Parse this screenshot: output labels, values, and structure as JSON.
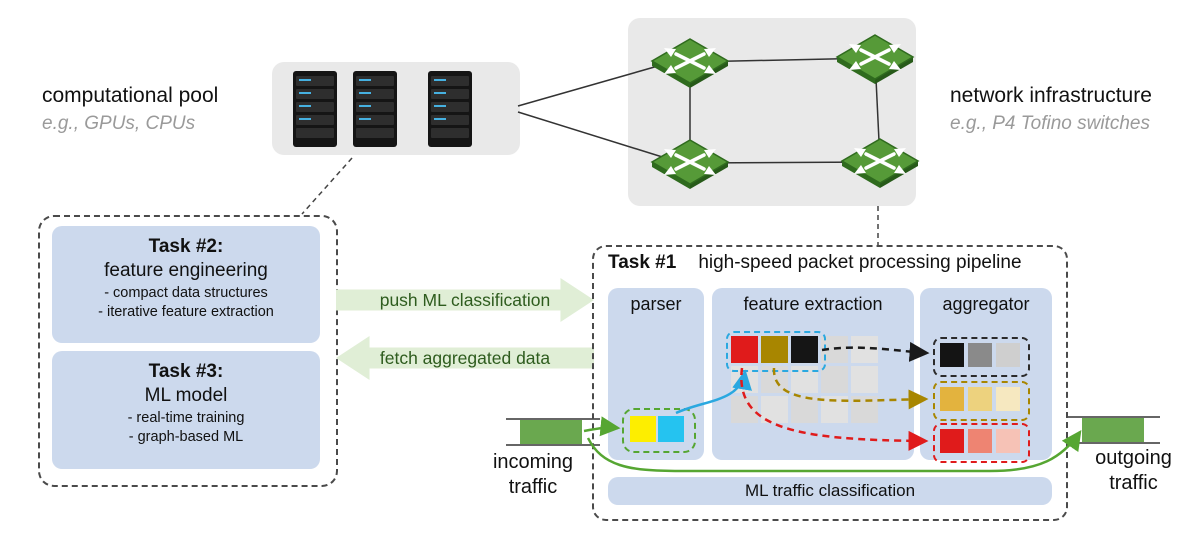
{
  "computational_pool": {
    "title": "computational pool",
    "subtitle": "e.g., GPUs, CPUs"
  },
  "network_infrastructure": {
    "title": "network infrastructure",
    "subtitle": "e.g., P4 Tofino switches"
  },
  "task2": {
    "title": "Task #2:",
    "name": "feature engineering",
    "items": [
      "- compact data structures",
      "- iterative feature extraction"
    ]
  },
  "task3": {
    "title": "Task #3:",
    "name": "ML model",
    "items": [
      "- real-time training",
      "- graph-based ML"
    ]
  },
  "flows": {
    "push": "push ML classification",
    "fetch": "fetch aggregated data"
  },
  "pipeline": {
    "task_label": "Task #1",
    "title": "high-speed packet processing pipeline",
    "stages": {
      "parser": "parser",
      "feature_extraction": "feature extraction",
      "aggregator": "aggregator"
    },
    "footer": "ML traffic classification"
  },
  "traffic": {
    "incoming": "incoming traffic",
    "outgoing": "outgoing traffic"
  },
  "colors": {
    "stage_bg": "#ccd9ed",
    "container_bg": "#e9e9e9",
    "switch_green": "#569a38",
    "traffic_green": "#6aa84f",
    "flow_arrow_bg": "#e0eed6",
    "flow_arrow_text": "#2e5c1e",
    "parser_yellow": "#fdee00",
    "parser_cyan": "#25c3f0",
    "feature_red": "#e01b1b",
    "feature_olive": "#a88600",
    "feature_black": "#151515",
    "line_green": "#56a632",
    "line_cyan": "#2aa8e0"
  }
}
